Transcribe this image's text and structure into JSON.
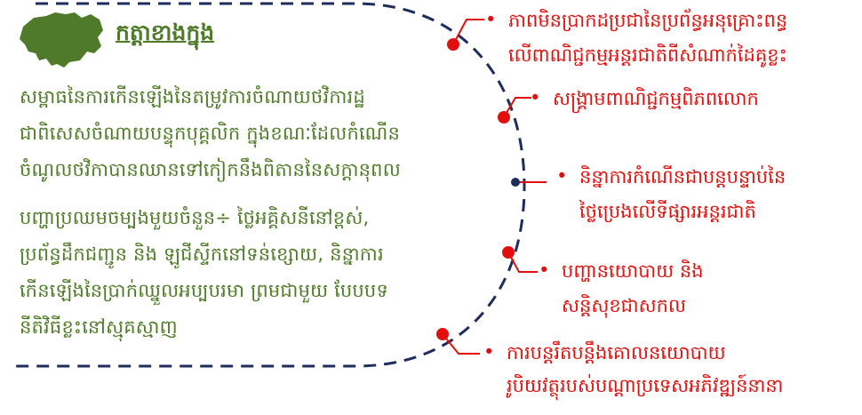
{
  "heading": "កត្តាខាងក្នុង",
  "internal_factors": [
    "សម្ពាធនៃការកើនឡើងនៃតម្រូវការចំណាយថវិការដ្ឋ",
    "ជាពិសេសចំណាយបន្ទុកបុគ្គលិក ក្នុងខណៈដែលកំណើន",
    "ចំណូលថវិកាបានឈានទៅកៀកនឹងពិតាននៃសក្តានុពល",
    "បញ្ហាប្រឈមចម្បងមួយចំនួន÷ ថ្លៃអគ្គិសនីនៅខ្ពស់,",
    "ប្រព័ន្ធដឹកជញ្ជូន និង ឡូជីស្ទីកនៅទន់ខ្សោយ, និន្នាការ",
    "កើនឡើងនៃប្រាក់ឈ្នួលអប្បបរមា ព្រមជាមួយ បែបបទ",
    "នីតិវិធីខ្លះនៅស្មុគស្មាញ"
  ],
  "external_risks": [
    {
      "lines": [
        "ភាពមិនប្រាកដប្រជានៃប្រព័ន្ធអនុគ្រោះពន្ធ",
        "លើពាណិជ្ជកម្មអន្តរជាតិពីសំណាក់ដៃគូខ្លះ"
      ]
    },
    {
      "lines": [
        "សង្គ្រាមពាណិជ្ជកម្មពិភពលោក"
      ]
    },
    {
      "lines": [
        "និន្នាការកំណើនជាបន្តបន្ទាប់នៃ",
        "ថ្លៃប្រេងលើទីផ្សារអន្តរជាតិ"
      ]
    },
    {
      "lines": [
        "បញ្ហានយោបាយ និង",
        "សន្តិសុខជាសកល"
      ]
    },
    {
      "lines": [
        "ការបន្តរឹតបន្តឹងគោលនយោបាយ",
        "រូបិយវត្ថុរបស់បណ្តាប្រទេសអភិវឌ្ឍន៍នានា"
      ]
    }
  ],
  "bullet_glyph": "•",
  "icons": {
    "country_map": "cambodia-map-icon"
  },
  "colors": {
    "internal_text": "#4f7a2a",
    "map_fill": "#4f7a2a",
    "external_text": "#e1100f",
    "dot": "#e1100f",
    "dashed_line": "#1f2d5c"
  }
}
